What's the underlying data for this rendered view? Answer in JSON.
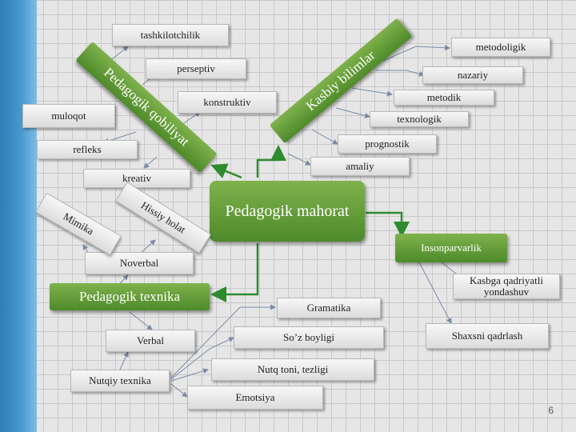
{
  "center": "Pedagogik mahorat",
  "branches": {
    "qobiliyat": {
      "label": "Pedagogik qobiliyat",
      "items": [
        "tashkilotchilik",
        "perseptiv",
        "konstruktiv",
        "muloqot",
        "refleks",
        "kreativ"
      ]
    },
    "bilimlar": {
      "label": "Kasbiy bilimlar",
      "items": [
        "metodoligik",
        "nazariy",
        "metodik",
        "texnologik",
        "prognostik",
        "amaliy"
      ]
    },
    "insonparvarlik": {
      "label": "Insonparvarlik",
      "items": [
        "Kasbga qadriyatli yondashuv",
        "Shaxsni qadrlash"
      ]
    },
    "texnika": {
      "label": "Pedagogik texnika",
      "noverbal": "Noverbal",
      "mimika": "Mimika",
      "hissiy": "Hissiy holat",
      "verbal": "Verbal",
      "nutqiy": "Nutqiy texnika",
      "nutq_items": [
        "Gramatika",
        "So’z boyligi",
        "Nutq toni, tezligi",
        "Emotsiya"
      ]
    }
  },
  "page_number": "6",
  "colors": {
    "green": "#5b9a34",
    "arrow_green": "#2e8b2e",
    "leftbar": "#3b8cc4"
  }
}
